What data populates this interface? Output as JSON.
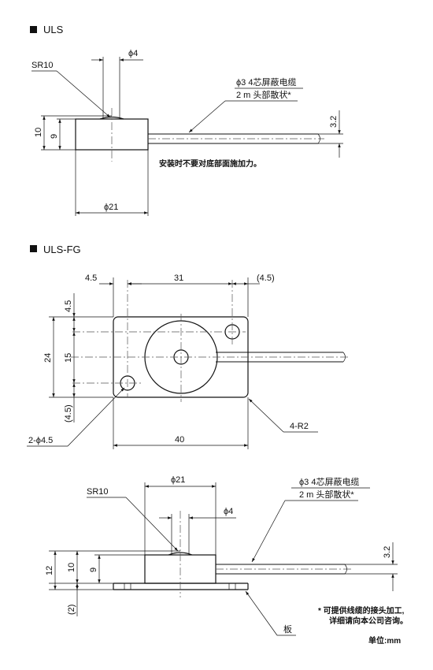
{
  "sections": {
    "uls": {
      "title": "ULS"
    },
    "ulsfg": {
      "title": "ULS-FG"
    }
  },
  "uls": {
    "sr_label": "SR10",
    "phi4_label": "ϕ4",
    "cable_line1": "ϕ3 4芯屏蔽电缆",
    "cable_line2": "2 m 头部散状*",
    "dim_10": "10",
    "dim_9": "9",
    "dim_3_2": "3.2",
    "dim_phi21": "ϕ21",
    "mount_note": "安装时不要对底部面施加力。"
  },
  "ulsfg_plan": {
    "dim_4_5_left": "4.5",
    "dim_31": "31",
    "dim_4_5_right": "(4.5)",
    "dim_4_5_top": "4.5",
    "dim_24": "24",
    "dim_15": "15",
    "dim_4_5_bottom": "(4.5)",
    "dim_40": "40",
    "hole_label": "2-ϕ4.5",
    "corner_label": "4-R2"
  },
  "ulsfg_side": {
    "phi21_label": "ϕ21",
    "sr_label": "SR10",
    "phi4_label": "ϕ4",
    "cable_line1": "ϕ3 4芯屏蔽电缆",
    "cable_line2": "2 m 头部散状*",
    "dim_12": "12",
    "dim_10": "10",
    "dim_9": "9",
    "dim_2": "(2)",
    "dim_3_2": "3.2",
    "plate_label": "板"
  },
  "footnote": {
    "line1": "* 可提供线缆的接头加工,",
    "line2": "详细请向本公司咨询。"
  },
  "unit_label": "单位:mm"
}
